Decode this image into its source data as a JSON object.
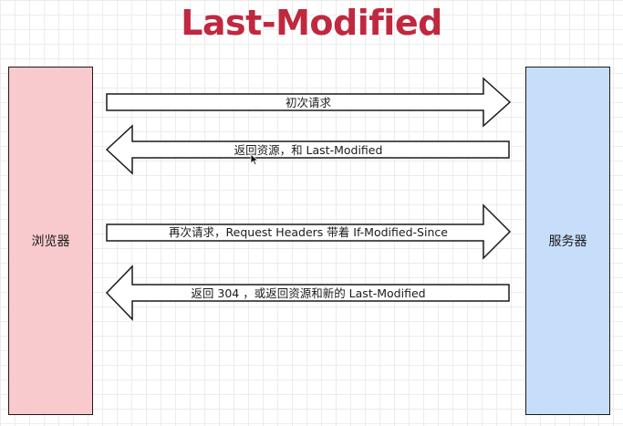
{
  "title": "Last-Modified",
  "actors": {
    "browser": "浏览器",
    "server": "服务器"
  },
  "messages": [
    {
      "label": "初次请求",
      "direction": "right"
    },
    {
      "label": "返回资源，和 Last-Modified",
      "direction": "left"
    },
    {
      "label": "再次请求，Request Headers 带着 If-Modified-Since",
      "direction": "right"
    },
    {
      "label": "返回 304 ，或返回资源和新的 Last-Modified",
      "direction": "left"
    }
  ],
  "colors": {
    "title": "#c0283f",
    "browser_fill": "#f8c9cd",
    "server_fill": "#c6defa",
    "stroke": "#1a1a1a"
  }
}
